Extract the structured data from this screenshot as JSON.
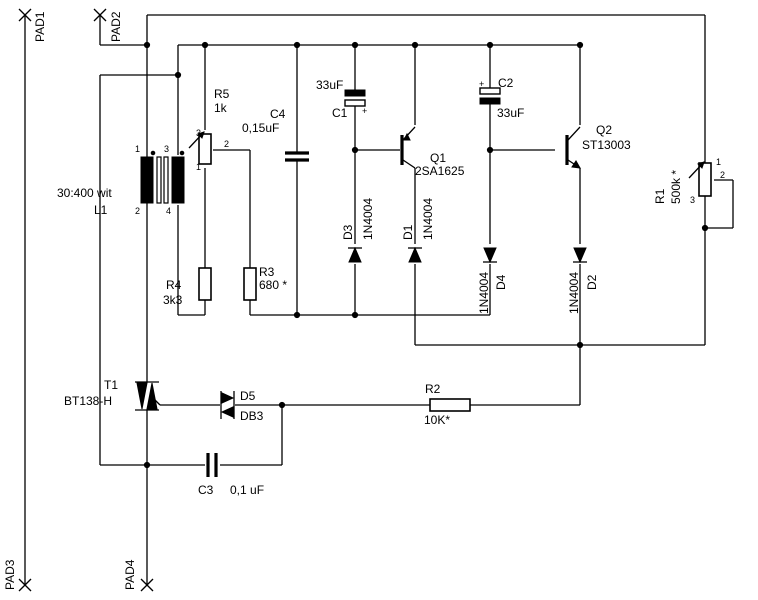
{
  "pads": {
    "pad1": "PAD1",
    "pad2": "PAD2",
    "pad3": "PAD3",
    "pad4": "PAD4"
  },
  "inductor": {
    "ratio": "30:400 wit",
    "ref": "L1",
    "pin1a": "1",
    "pin2": "2",
    "pin3": "3",
    "pin4": "4"
  },
  "r5": {
    "ref": "R5",
    "value": "1k",
    "pin3": "3",
    "pin2": "2",
    "pin1": "1"
  },
  "r4": {
    "ref": "R4",
    "value": "3k3"
  },
  "r3": {
    "ref": "R3",
    "value": "680 *"
  },
  "c4": {
    "ref": "C4",
    "value": "0,15uF"
  },
  "c1": {
    "value": "33uF",
    "ref": "C1",
    "plus": "+"
  },
  "d3": {
    "ref": "D3",
    "value": "1N4004"
  },
  "q1": {
    "ref": "Q1",
    "value": "2SA1625"
  },
  "d1": {
    "ref": "D1",
    "value": "1N4004"
  },
  "c2": {
    "plus": "+",
    "ref": "C2",
    "value": "33uF"
  },
  "d4": {
    "value": "1N4004",
    "ref": "D4"
  },
  "q2": {
    "ref": "Q2",
    "value": "ST13003"
  },
  "d2": {
    "value": "1N4004",
    "ref": "D2"
  },
  "r1": {
    "ref": "R1",
    "value": "500k *",
    "pin1": "1",
    "pin2": "2",
    "pin3": "3"
  },
  "t1": {
    "ref": "T1",
    "value": "BT138-H"
  },
  "d5": {
    "ref": "D5",
    "value": "DB3"
  },
  "r2": {
    "ref": "R2",
    "value": "10K*"
  },
  "c3": {
    "ref": "C3",
    "value": "0,1 uF"
  }
}
